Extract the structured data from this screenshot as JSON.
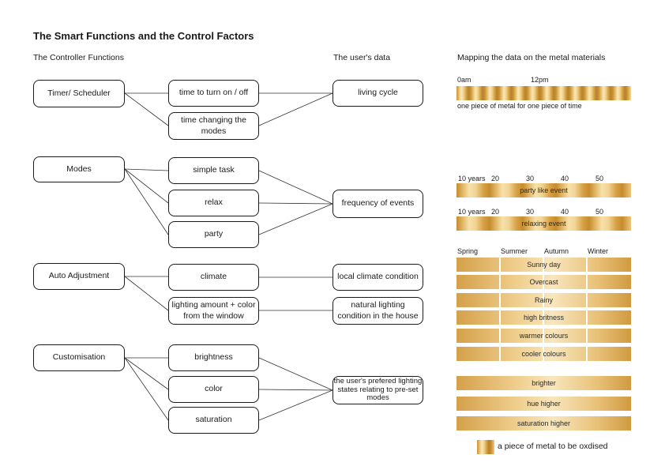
{
  "title": "The Smart Functions and the Control Factors",
  "headers": {
    "controller": "The Controller Functions",
    "user_data": "The user's data",
    "mapping": "Mapping the data on the metal materials"
  },
  "functions": {
    "timer": "Timer/ Scheduler",
    "modes": "Modes",
    "auto": "Auto Adjustment",
    "custom": "Customisation"
  },
  "sub": {
    "time_on_off": "time to turn on / off",
    "time_changing": "time changing the modes",
    "simple_task": "simple task",
    "relax": "relax",
    "party": "party",
    "climate": "climate",
    "lighting_amount": "lighting amount + color from the window",
    "brightness": "brightness",
    "color": "color",
    "saturation": "saturation"
  },
  "data": {
    "living_cycle": "living cycle",
    "frequency": "frequency of events",
    "local_climate": "local climate condition",
    "natural_lighting": "natural lighting condition in the house",
    "preferred": "the user's prefered lighting states relating to pre-set modes"
  },
  "mapping": {
    "time_start": "0am",
    "time_mid": "12pm",
    "time_caption": "one piece of metal for one piece of time",
    "years": [
      "10 years",
      "20",
      "30",
      "40",
      "50"
    ],
    "years2": [
      "10 years",
      "20",
      "30",
      "40",
      "50"
    ],
    "party_event": "party like event",
    "relax_event": "relaxing event",
    "seasons": [
      "Spring",
      "Summer",
      "Autumn",
      "Winter"
    ],
    "weather_rows": [
      "Sunny day",
      "Overcast",
      "Rainy",
      "high britness",
      "warmer colours",
      "cooler colours"
    ],
    "custom_rows": [
      "brighter",
      "hue higher",
      "saturation higher"
    ],
    "legend": "a piece of metal to be oxdised"
  }
}
